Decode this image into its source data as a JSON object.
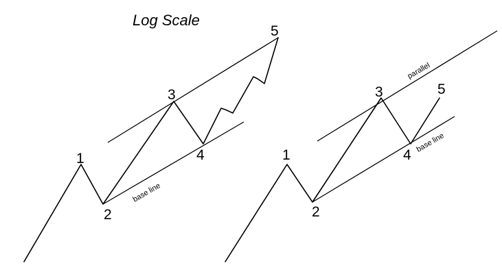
{
  "title": "Log Scale",
  "left_panel": {
    "wave_labels": [
      "1",
      "2",
      "3",
      "4",
      "5"
    ],
    "baseline_label": "base line"
  },
  "right_panel": {
    "wave_labels": [
      "1",
      "2",
      "3",
      "4",
      "5"
    ],
    "baseline_label": "base line",
    "parallel_label": "parallel"
  }
}
